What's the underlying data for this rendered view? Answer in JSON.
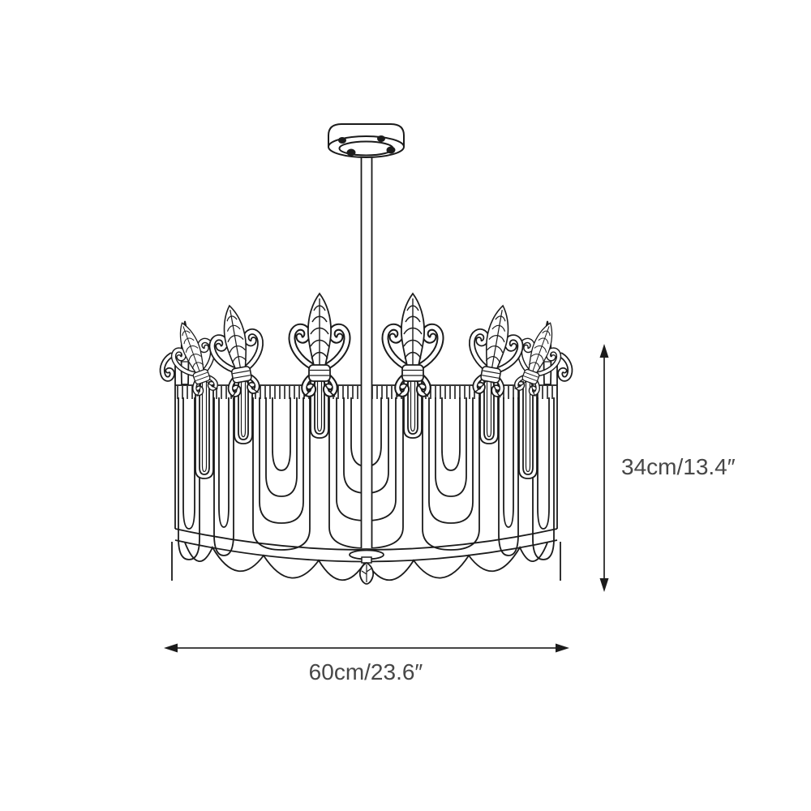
{
  "page": {
    "background": "#ffffff"
  },
  "drawing": {
    "subject": "Crown drum chandelier technical dimension drawing",
    "line_color": "#1b1b1b",
    "annotation_color": "#474747",
    "height_dimension": {
      "label": "34cm/13.4″",
      "orientation": "vertical"
    },
    "width_dimension": {
      "label": "60cm/23.6″",
      "orientation": "horizontal"
    }
  }
}
